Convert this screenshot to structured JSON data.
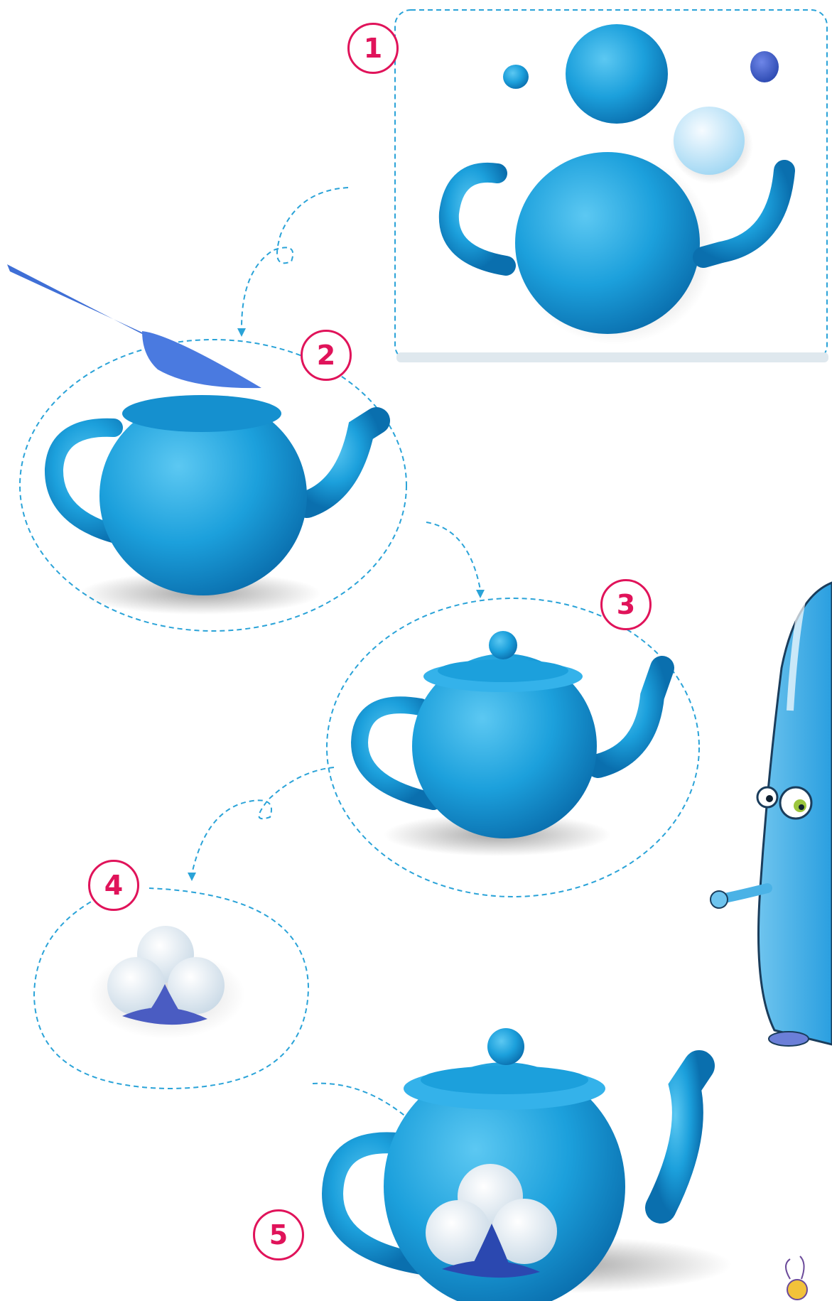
{
  "steps": [
    {
      "label": "1",
      "name": "materials"
    },
    {
      "label": "2",
      "name": "body-and-spout"
    },
    {
      "label": "3",
      "name": "lid-added"
    },
    {
      "label": "4",
      "name": "flower-decoration"
    },
    {
      "label": "5",
      "name": "finished-teapot"
    }
  ],
  "colors": {
    "clay_blue": "#1ca0dc",
    "clay_blue_light": "#3cb4ea",
    "clay_blue_dark": "#0c79b8",
    "clay_violet": "#4a5cc2",
    "clay_white": "#f2f6fa",
    "badge": "#e0135a",
    "dashes": "#2aa3d8"
  },
  "icons": [
    "plastic-knife-icon",
    "mascot-character"
  ]
}
